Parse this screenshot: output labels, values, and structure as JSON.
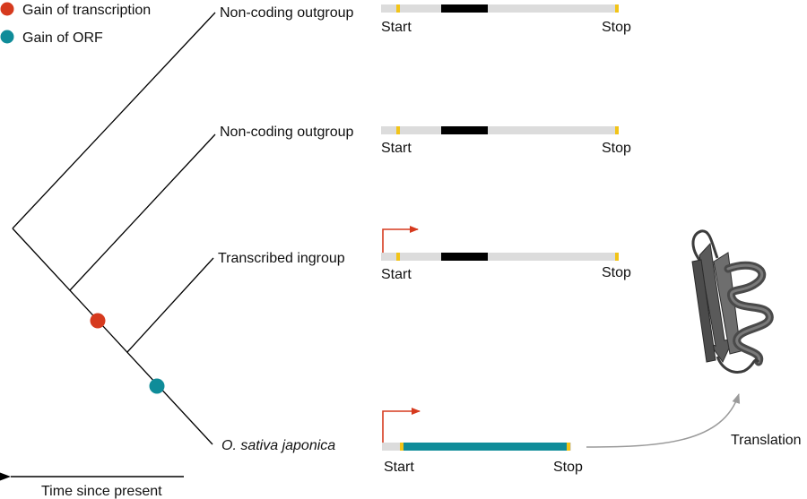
{
  "legend": {
    "transcription": {
      "label": "Gain of transcription",
      "color": "#d63a1e"
    },
    "orf": {
      "label": "Gain of ORF",
      "color": "#0f8c99"
    }
  },
  "taxa": [
    {
      "label": "Non-coding outgroup",
      "italic": false
    },
    {
      "label": "Non-coding outgroup",
      "italic": false
    },
    {
      "label": "Transcribed ingroup",
      "italic": false
    },
    {
      "label": "O. sativa japonica",
      "italic": true
    }
  ],
  "genes": [
    {
      "start_label": "Start",
      "stop_label": "Stop",
      "transcribed": false,
      "coding": false
    },
    {
      "start_label": "Start",
      "stop_label": "Stop",
      "transcribed": false,
      "coding": false
    },
    {
      "start_label": "Start",
      "stop_label": "Stop",
      "transcribed": true,
      "coding": false
    },
    {
      "start_label": "Start",
      "stop_label": "Stop",
      "transcribed": true,
      "coding": true
    }
  ],
  "colors": {
    "gene_bar": "#dcdcdc",
    "codon": "#f2c418",
    "black_region": "#000000",
    "orf": "#0f8c99",
    "promoter_arrow": "#d63a1e",
    "translation_arrow": "#9a9a9a",
    "protein": "#5a5a5a",
    "tree": "#000000"
  },
  "translation": {
    "label": "Translation"
  },
  "time_axis": {
    "label": "Time since present"
  }
}
